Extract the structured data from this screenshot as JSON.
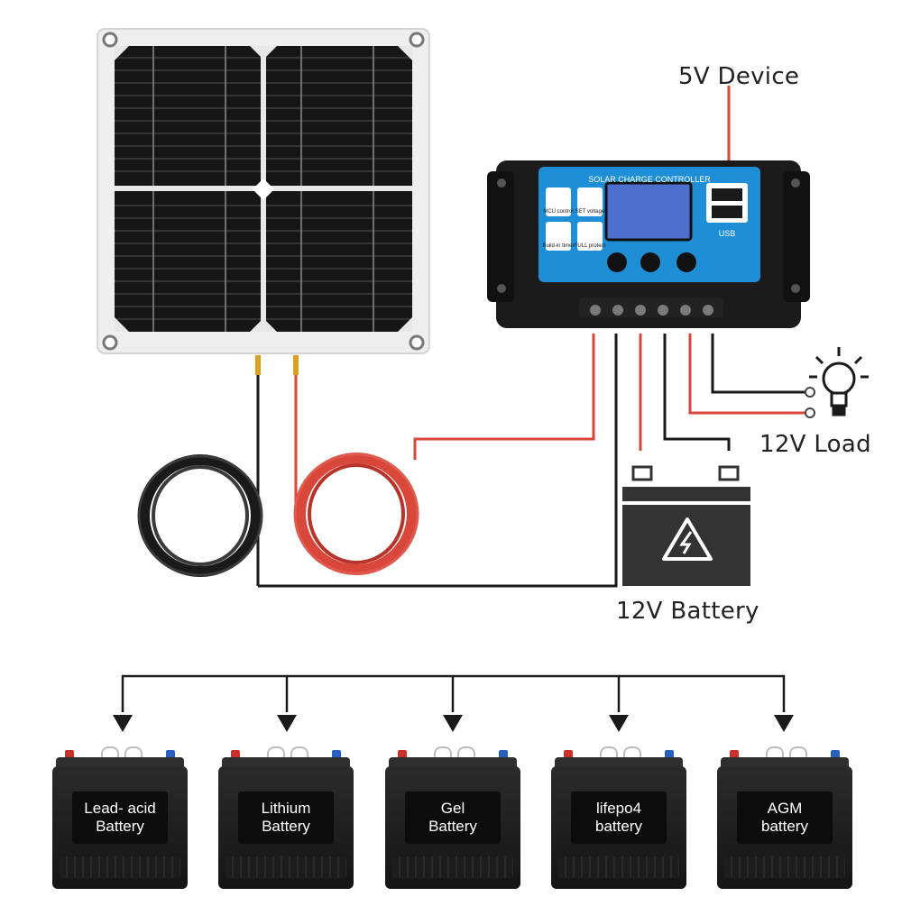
{
  "labels": {
    "device": "5V Device",
    "load": "12V Load",
    "battery": "12V Battery"
  },
  "controller": {
    "title": "SOLAR CHARGE CONTROLLER",
    "buttons": [
      "MCU control",
      "SET voltage",
      "Build-in timer",
      "FULL protect"
    ],
    "usb": "USB"
  },
  "battery_types": [
    {
      "line1": "Lead- acid",
      "line2": "Battery"
    },
    {
      "line1": "Lithium",
      "line2": "Battery"
    },
    {
      "line1": "Gel",
      "line2": "Battery"
    },
    {
      "line1": "lifepo4",
      "line2": "battery"
    },
    {
      "line1": "AGM",
      "line2": "battery"
    }
  ],
  "colors": {
    "wire_red": "#d9463a",
    "wire_black": "#1a1a1a",
    "controller_panel": "#1e8fd6",
    "lcd": "#4f6fcf"
  }
}
